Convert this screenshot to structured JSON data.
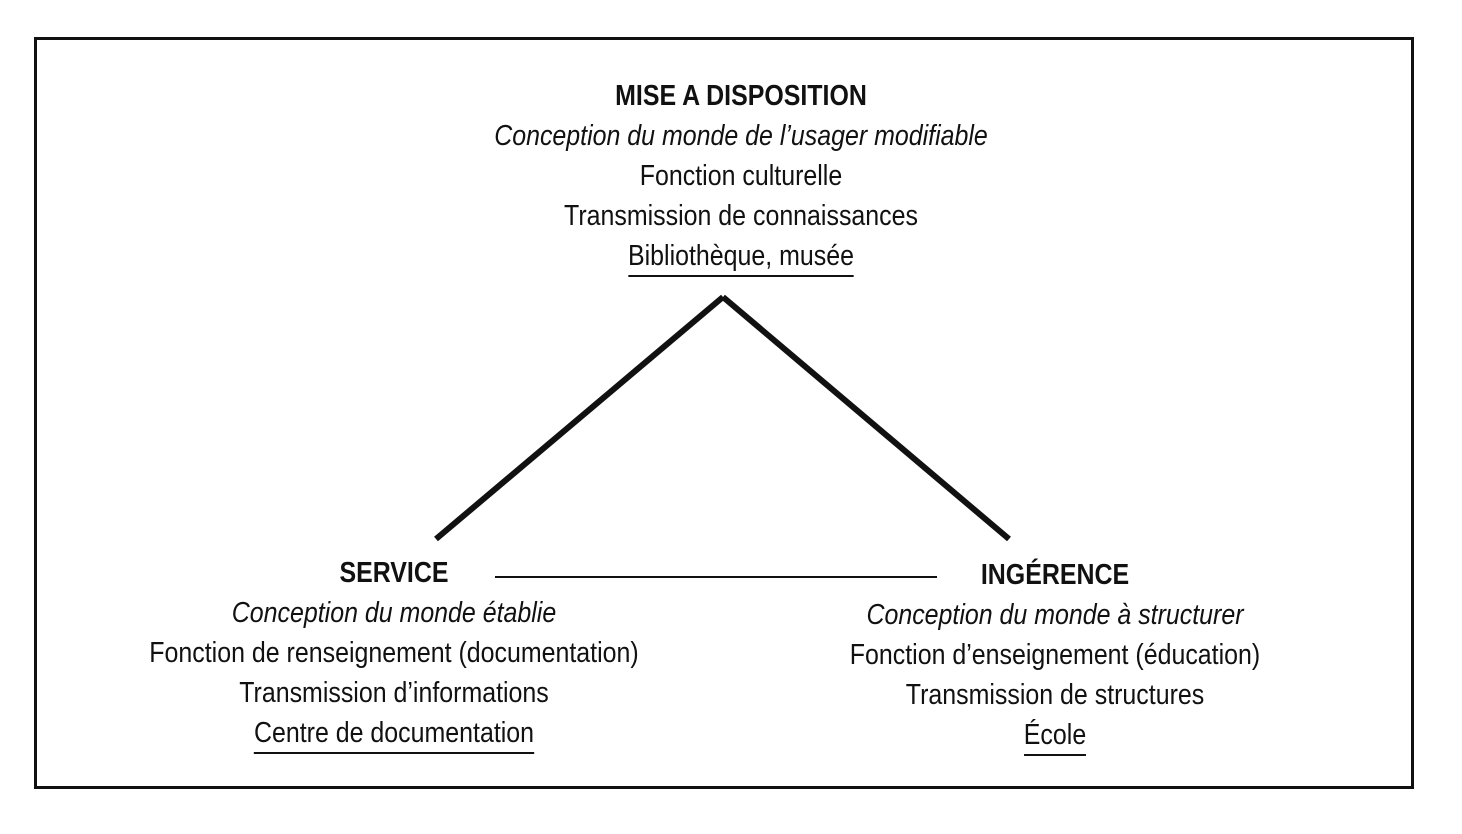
{
  "diagram": {
    "top": {
      "title": "MISE A DISPOSITION",
      "concept": "Conception du monde de l’usager modifiable",
      "function": "Fonction culturelle",
      "transmission": "Transmission de connaissances",
      "institution": "Bibliothèque, musée"
    },
    "left": {
      "title": "SERVICE",
      "concept": "Conception du monde établie",
      "function": "Fonction de renseignement (documentation)",
      "transmission": "Transmission d’informations",
      "institution": "Centre de documentation"
    },
    "right": {
      "title": "INGÉRENCE",
      "concept": "Conception du monde à structurer",
      "function": "Fonction d’enseignement (éducation)",
      "transmission": "Transmission de structures",
      "institution": "École"
    }
  }
}
